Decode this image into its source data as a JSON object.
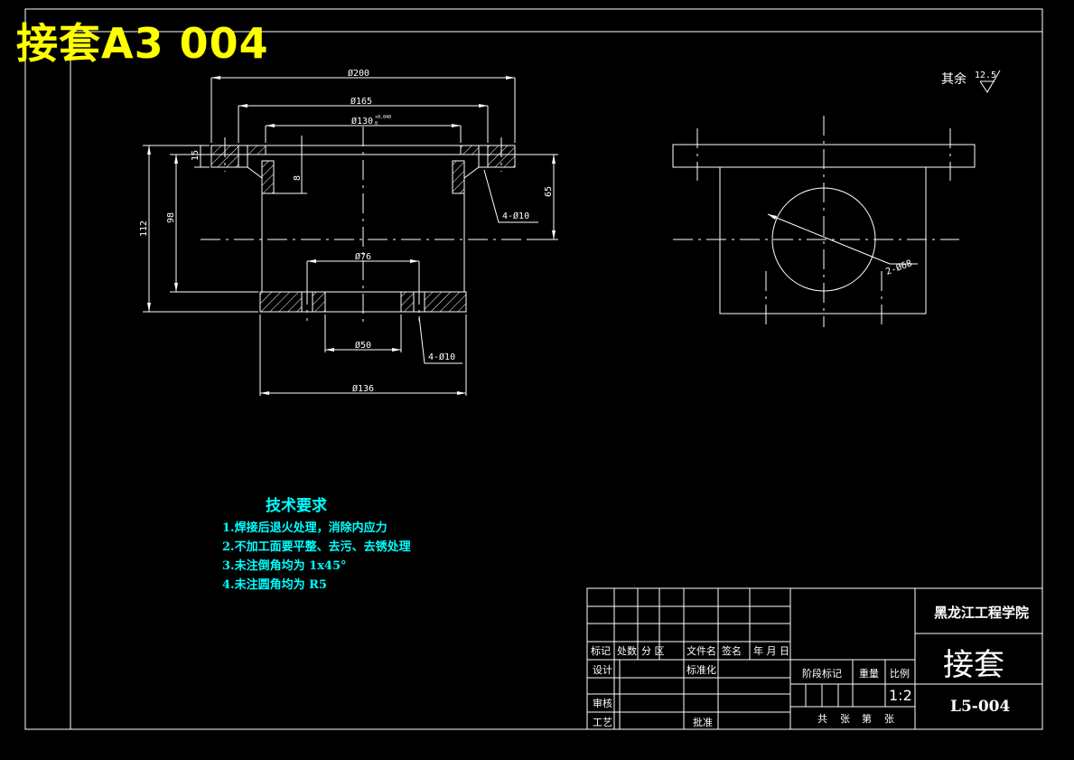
{
  "overlay_title": "接套A3  004",
  "roughness": {
    "label": "其余",
    "value": "12.5"
  },
  "dims": {
    "d200": "Ø200",
    "d165": "Ø165",
    "d130": "Ø130",
    "d130_tol_upper": "+0.040",
    "d130_tol_lower": "0",
    "d76": "Ø76",
    "d50": "Ø50",
    "d136": "Ø136",
    "h15": "15",
    "h8": "8",
    "h65": "65",
    "h98": "98",
    "h112": "112",
    "holes_top": "4-Ø10",
    "holes_bottom": "4-Ø10",
    "holes_right": "2-Ø68"
  },
  "tech_requirements": {
    "heading": "技术要求",
    "items": [
      "1.焊接后退火处理，消除内应力",
      "2.不加工面要平整、去污、去锈处理",
      "3.未注倒角均为 1x45°",
      "4.未注圆角均为 R5"
    ]
  },
  "title_block": {
    "school": "黑龙江工程学院",
    "part_name": "接套",
    "drawing_no": "L5-004",
    "scale": "1:2",
    "headers": [
      "标记",
      "处数",
      "分 区",
      "文件名",
      "签名",
      "年 月 日"
    ],
    "design": "设计",
    "standardization": "标准化",
    "review": "审核",
    "process": "工艺",
    "approve": "批准",
    "stage_mark": "阶段标记",
    "weight": "重量",
    "scale_label": "比例",
    "sheets_total": "共",
    "sheets_unit": "张",
    "sheet_no": "第",
    "sheet_unit2": "张"
  }
}
